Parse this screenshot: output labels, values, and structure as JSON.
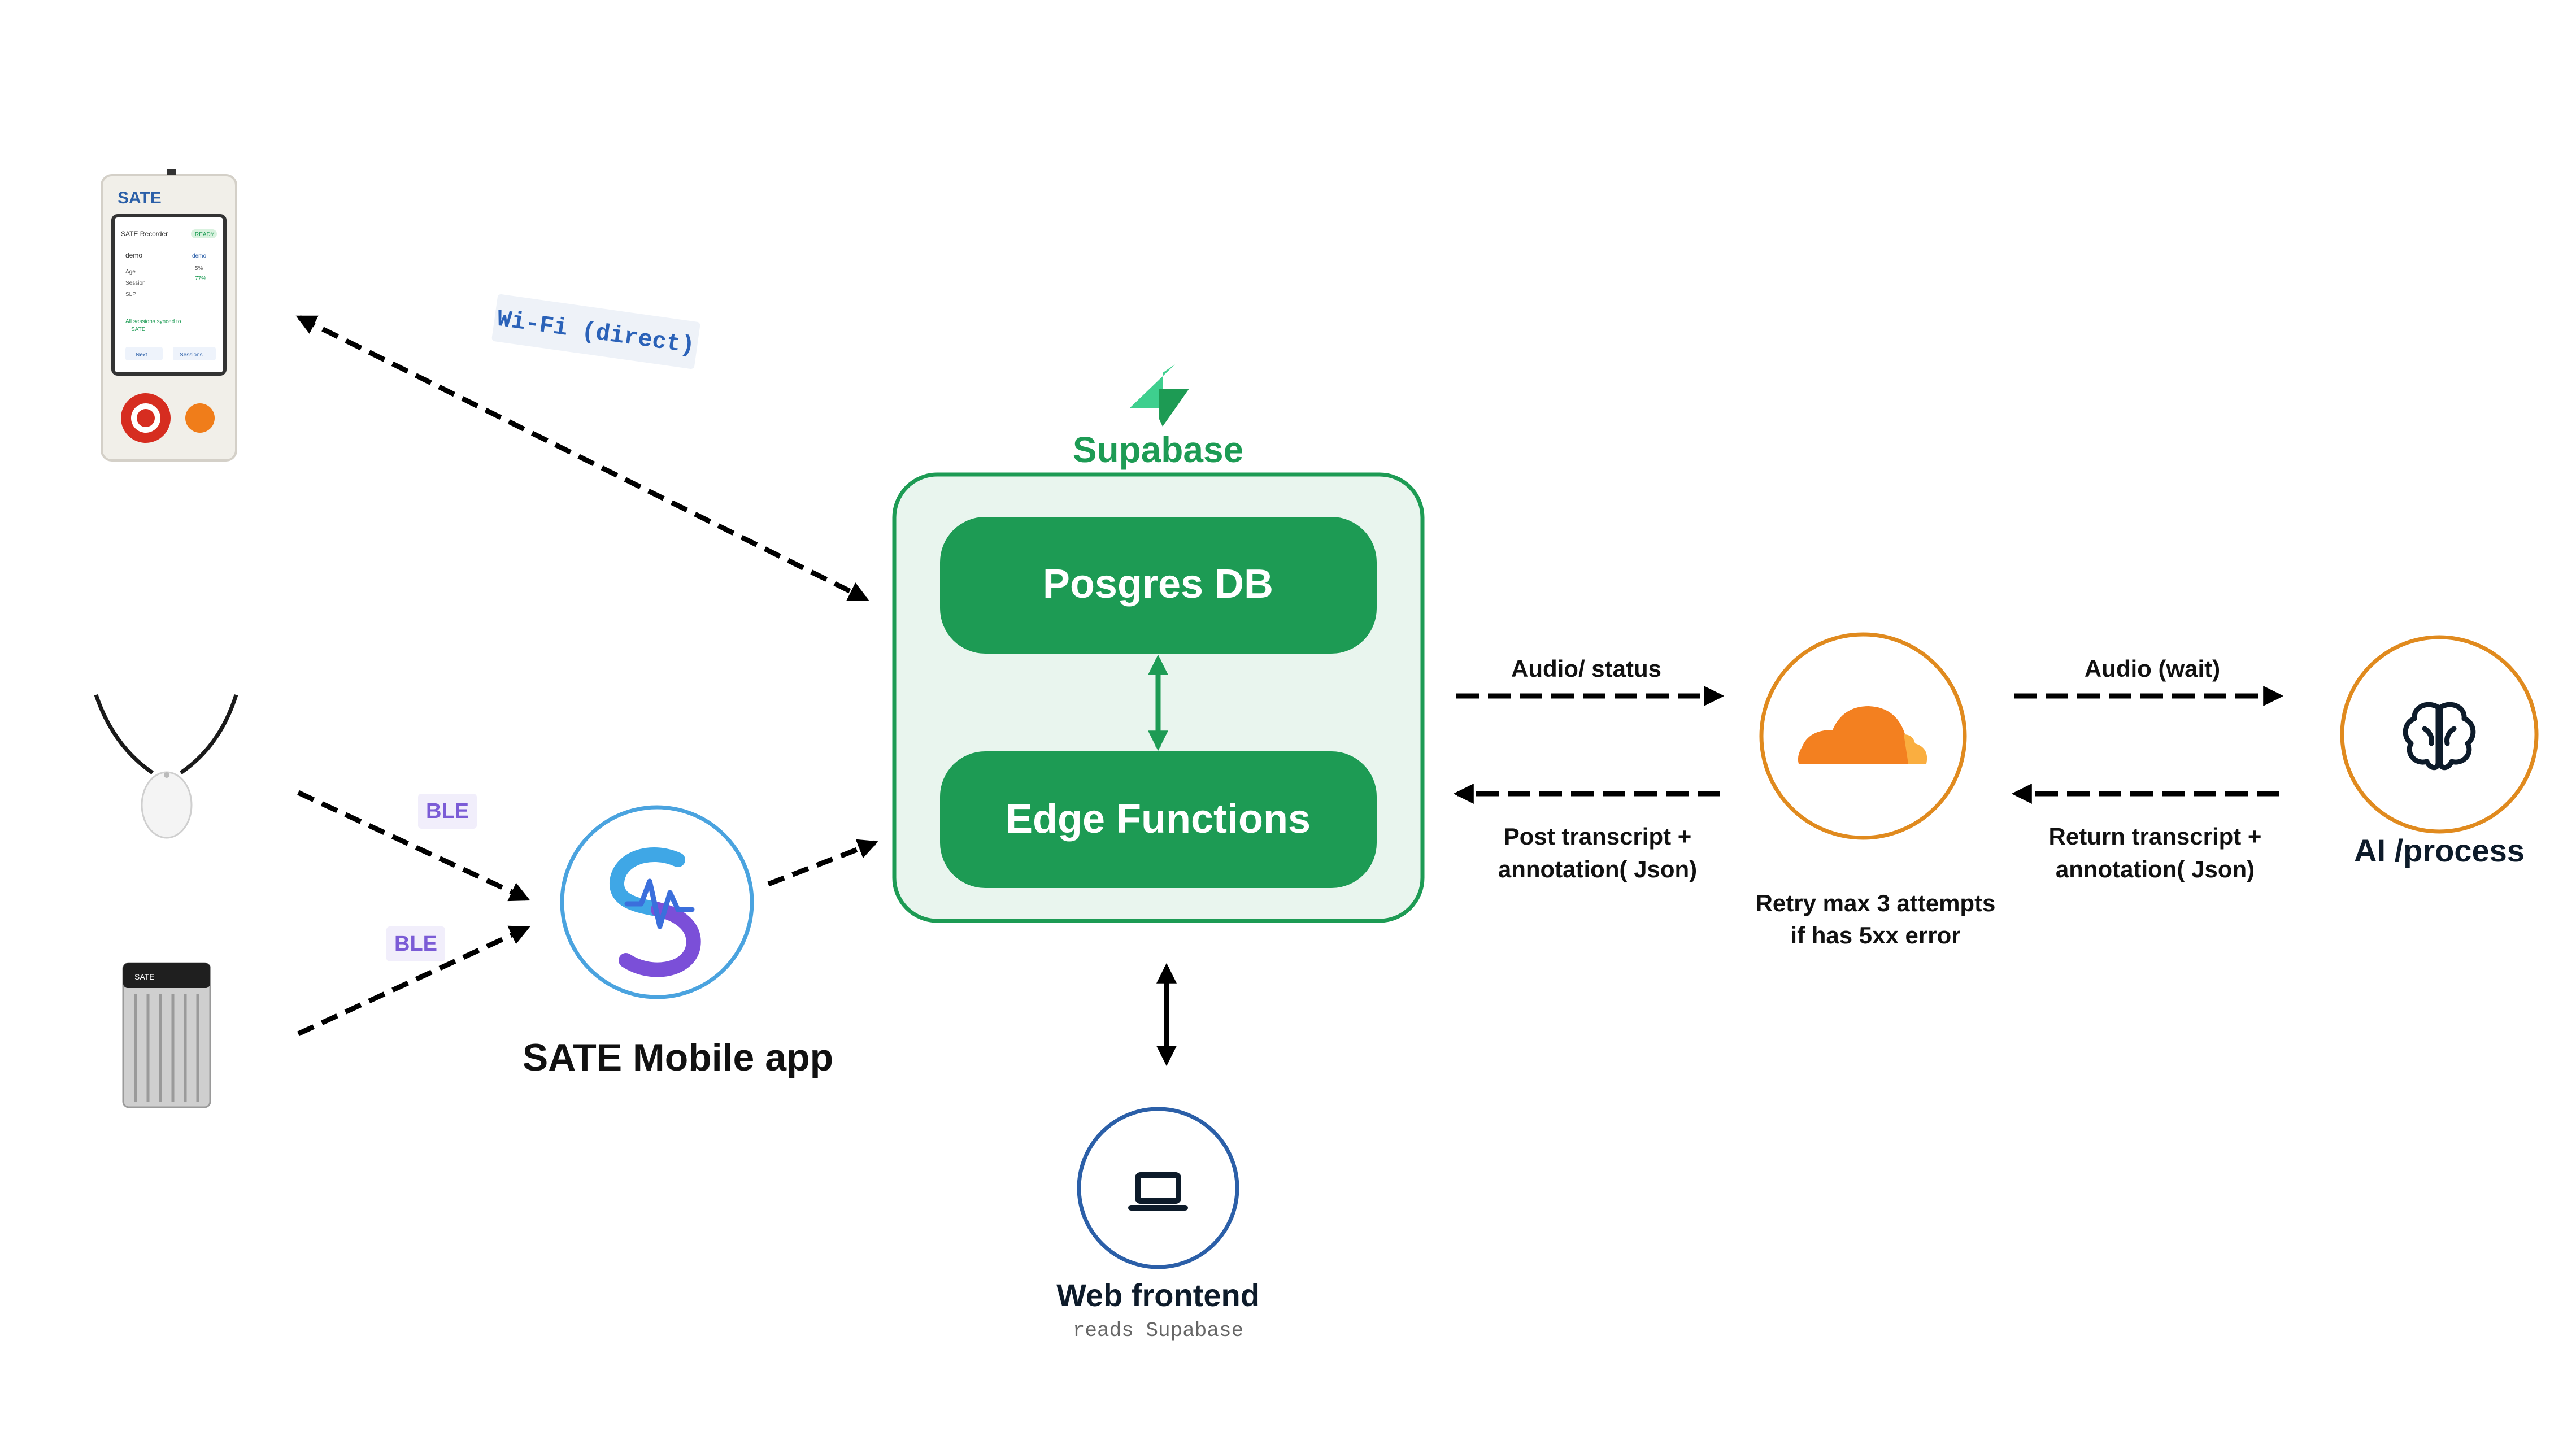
{
  "colors": {
    "supabase_green": "#1d9b54",
    "supabase_panel_bg": "#e9f5ee",
    "cloudflare_orange": "#f38020",
    "ring_orange": "#e08a1e",
    "app_ring_blue": "#4aa3df",
    "web_ring_blue": "#2b5fa8",
    "ble_purple": "#7b5cd6",
    "wifi_blue": "#2b62b8",
    "dark_text": "#0d1b2a"
  },
  "wifi_label": "Wi-Fi (direct)",
  "ble_label_top": "BLE",
  "ble_label_bottom": "BLE",
  "supabase": {
    "title": "Supabase",
    "db_label": "Posgres DB",
    "edge_label": "Edge Functions"
  },
  "mobile_app_label": "SATE Mobile app",
  "web": {
    "title": "Web frontend",
    "subtitle": "reads Supabase"
  },
  "cloudflare": {
    "audio_status_label": "Audio/ status",
    "post_transcript_line1": "Post transcript +",
    "post_transcript_line2": "annotation( Json)",
    "retry_line1": "Retry max 3 attempts",
    "retry_line2": "if has 5xx error"
  },
  "ai": {
    "audio_wait_label": "Audio (wait)",
    "return_line1": "Return transcript +",
    "return_line2": "annotation( Json)",
    "label": "AI /process"
  },
  "device": {
    "brand": "SATE",
    "screen_title": "SATE Recorder",
    "status_badge": "READY",
    "user_name": "demo",
    "user_value": "demo",
    "row_age": "Age",
    "row_age_value": "5%",
    "row_session": "Session",
    "row_session_value": "77%",
    "row_slp": "SLP",
    "synced_line1": "All sessions synced to",
    "synced_line2": "SATE",
    "btn_next": "Next",
    "btn_sessions": "Sessions",
    "tag_brand": "SATE"
  },
  "icons": {
    "recorder": "sate-recorder-device",
    "pendant": "pendant-necklace-icon",
    "box_device": "ribbed-recorder-box",
    "supabase": "supabase-bolt-icon",
    "app": "sate-app-logo-icon",
    "laptop": "laptop-icon",
    "cloudflare": "cloudflare-cloud-icon",
    "brain": "brain-icon"
  }
}
